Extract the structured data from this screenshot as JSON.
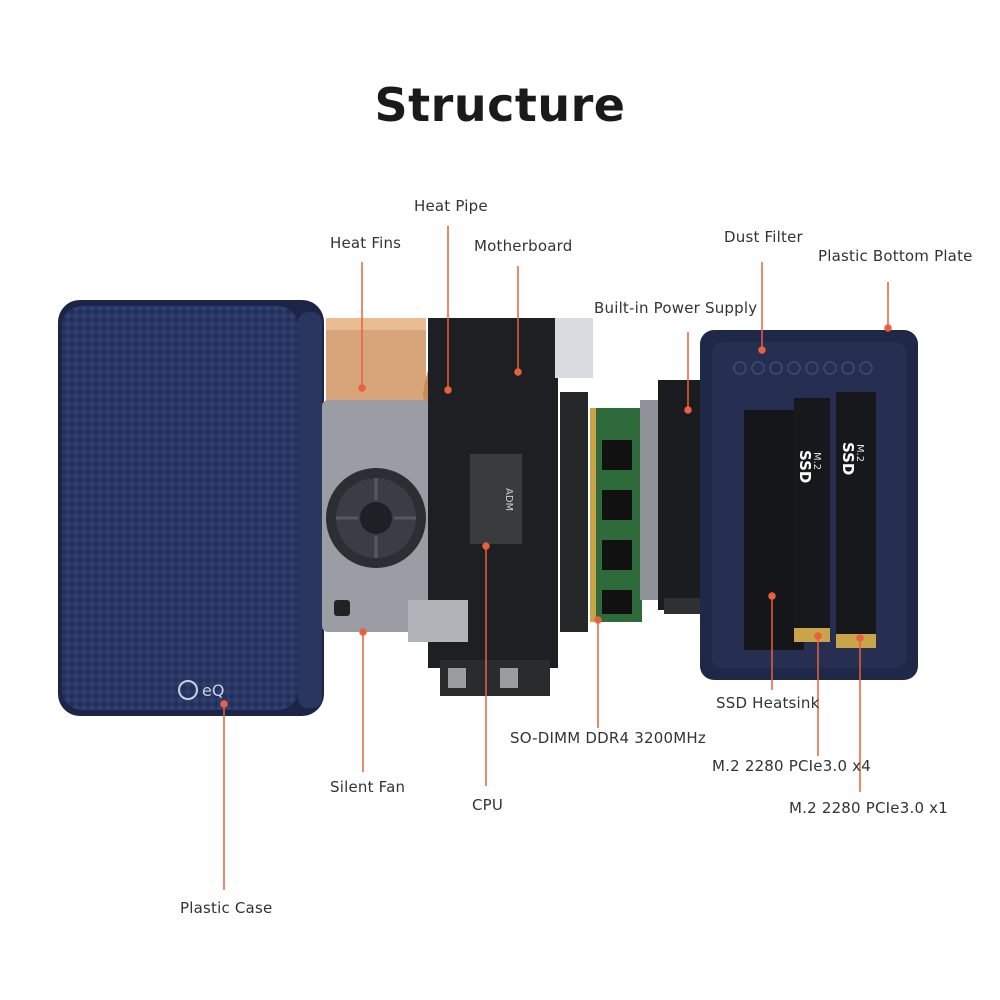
{
  "title": "Structure",
  "accent_color": "#e8603c",
  "labels": {
    "heat_pipe": "Heat Pipe",
    "heat_fins": "Heat Fins",
    "motherboard": "Motherboard",
    "dust_filter": "Dust Filter",
    "plastic_bottom_plate": "Plastic Bottom Plate",
    "built_in_power_supply": "Built-in Power Supply",
    "ssd_heatsink": "SSD Heatsink",
    "so_dimm": "SO-DIMM DDR4 3200MHz",
    "m2_x4": "M.2 2280 PCIe3.0 x4",
    "m2_x1": "M.2 2280 PCIe3.0 x1",
    "silent_fan": "Silent Fan",
    "cpu": "CPU",
    "plastic_case": "Plastic Case"
  },
  "ssd_text": {
    "m2": "M.2",
    "ssd": "SSD"
  },
  "logo_text": "eQ"
}
